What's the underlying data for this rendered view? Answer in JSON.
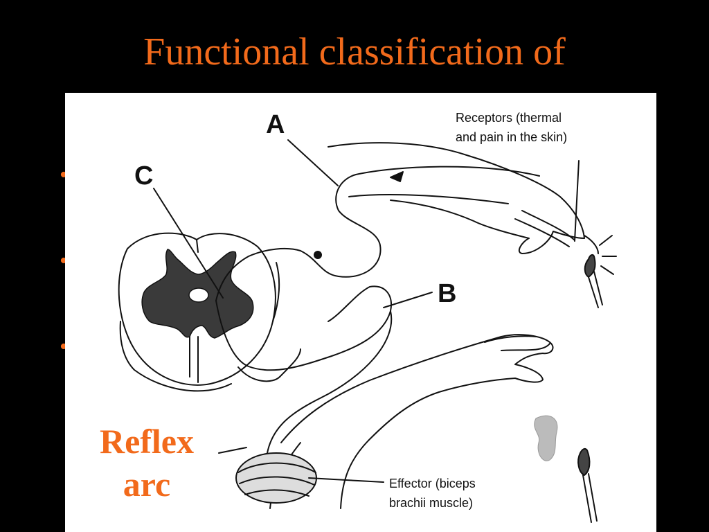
{
  "theme": {
    "background": "#000000",
    "accent": "#F26A1B",
    "figure_background": "#FFFFFF",
    "ink": "#111111"
  },
  "slide": {
    "title": "Functional classification of",
    "bullets": [
      "•",
      "•",
      "•"
    ]
  },
  "figure": {
    "label_a": "A",
    "label_b": "B",
    "label_c": "C",
    "receptors_line1": "Receptors (thermal",
    "receptors_line2": "and pain in the skin)",
    "effector_line1": "Effector (biceps",
    "effector_line2": "brachii muscle)",
    "caption_line1": "Reflex",
    "caption_line2": "arc"
  }
}
